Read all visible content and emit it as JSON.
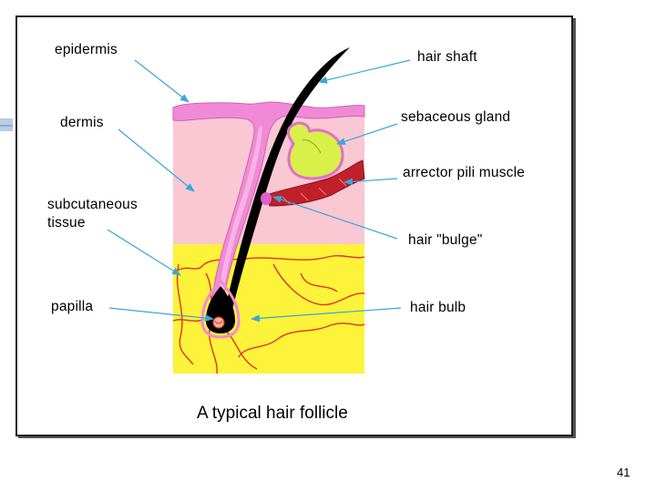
{
  "diagram": {
    "caption": "A typical hair follicle",
    "labels": {
      "epidermis": "epidermis",
      "dermis": "dermis",
      "subcutaneous_line1": "subcutaneous",
      "subcutaneous_line2": "tissue",
      "papilla": "papilla",
      "hair_shaft": "hair shaft",
      "sebaceous_gland": "sebaceous gland",
      "arrector_pili_muscle": "arrector pili muscle",
      "hair_bulge": "hair \"bulge\"",
      "hair_bulb": "hair bulb"
    },
    "colors": {
      "epidermis": "#f08ad6",
      "dermis": "#f9c8d2",
      "subcutaneous": "#fcf33a",
      "sebaceous_gland": "#d7f04a",
      "muscle": "#c0202a",
      "hair": "#000000",
      "arrow": "#3aa6d9",
      "vessel": "#e0361c"
    }
  },
  "slide": {
    "page_number": "41"
  }
}
